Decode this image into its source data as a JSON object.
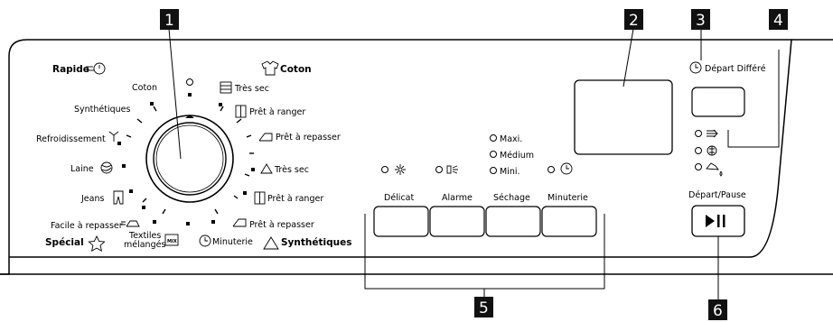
{
  "callouts": [
    "1",
    "2",
    "3",
    "4",
    "5",
    "6"
  ],
  "dial": {
    "left_header": "Rapide",
    "right_header": "Coton",
    "bottom_left_header": "Spécial",
    "bottom_right_header": "Synthétiques",
    "programs_left": [
      "Coton",
      "Synthétiques",
      "Refroidissement",
      "Laine",
      "Jeans",
      "Facile à repasser",
      "Textiles",
      "mélangés"
    ],
    "programs_right": [
      "Très sec",
      "Prêt à ranger",
      "Prêt à repasser",
      "Très sec",
      "Prêt à ranger",
      "Prêt à repasser",
      "Minuterie"
    ],
    "icons": [
      "rapide-icon",
      "coton-tshirt-icon",
      "refroidissement-fan-icon",
      "laine-ball-icon",
      "jeans-icon",
      "facile-repasser-icon",
      "star-icon",
      "mix-icon",
      "timer-icon",
      "triangle-icon",
      "cupboard-icon",
      "hanger-icon",
      "iron-icon"
    ]
  },
  "buttons": {
    "delicat": "Délicat",
    "alarme": "Alarme",
    "sechage": "Séchage",
    "minuterie": "Minuterie",
    "start_label": "Départ/Pause",
    "start_symbol": "▶II"
  },
  "sechage_levels": [
    "Maxi.",
    "Médium",
    "Mini."
  ],
  "delay_label": "Départ Différé",
  "symbols": {
    "led": "○",
    "led_filled": "●"
  }
}
